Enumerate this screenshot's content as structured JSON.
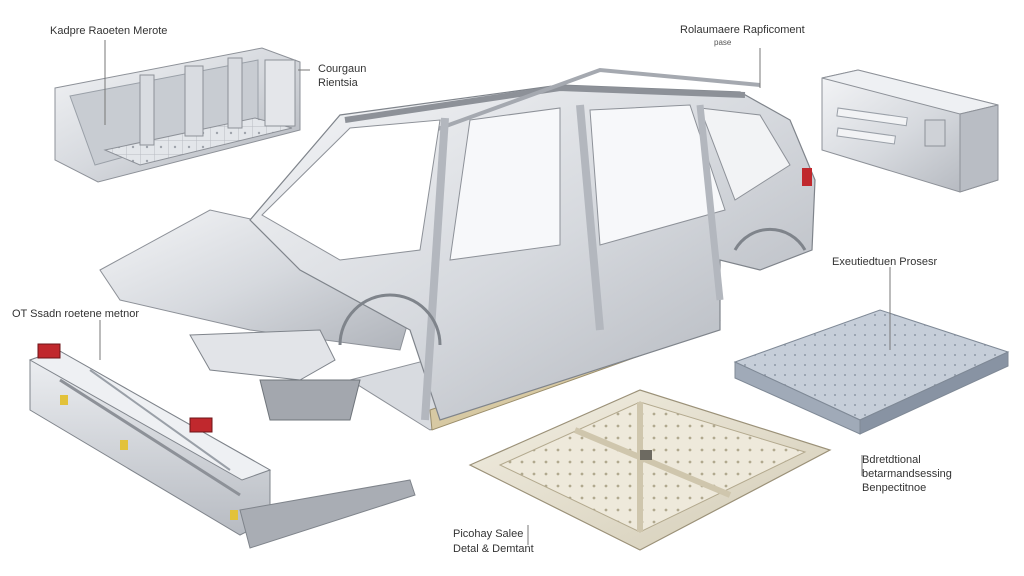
{
  "labels": {
    "top_left": "Kadpre Raoeten Merote",
    "top_left_side_1": "Courgaun",
    "top_left_side_2": "Rientsia",
    "top_right": "Rolaumaere Rapficoment",
    "top_right_sub": "pase",
    "right_mid": "Exeutiedtuen Prosesr",
    "left_mid": "OT Ssadn roetene metnor",
    "bottom_right_1": "Bdretdtional",
    "bottom_right_2": "betarmandsessing",
    "bottom_right_3": "Benpectitnoe",
    "bottom_center_1": "Picohay Salee",
    "bottom_center_2": "Detal & Demtant"
  },
  "colors": {
    "aluminum_light": "#e8eaed",
    "aluminum_mid": "#c9ccd1",
    "aluminum_dark": "#9a9ea5",
    "tray_beige": "#e9e4d3",
    "clamp_red": "#c0282d",
    "accent_yellow": "#e2c23a",
    "plate_blue": "#b9c3d0"
  }
}
